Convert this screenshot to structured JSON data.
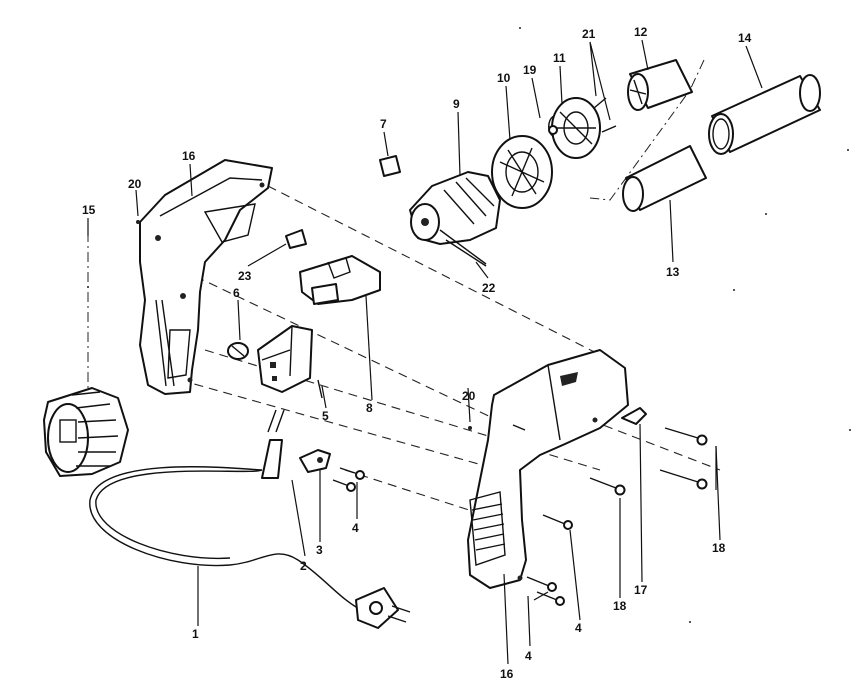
{
  "callouts": {
    "c1": "1",
    "c2": "2",
    "c3": "3",
    "c4a": "4",
    "c4b": "4",
    "c4c": "4",
    "c5": "5",
    "c6": "6",
    "c7": "7",
    "c8": "8",
    "c9": "9",
    "c10": "10",
    "c11": "11",
    "c12": "12",
    "c13": "13",
    "c14": "14",
    "c15": "15",
    "c16a": "16",
    "c16b": "16",
    "c17": "17",
    "c18a": "18",
    "c18b": "18",
    "c19": "19",
    "c20a": "20",
    "c20b": "20",
    "c21": "21",
    "c22": "22",
    "c23": "23"
  }
}
